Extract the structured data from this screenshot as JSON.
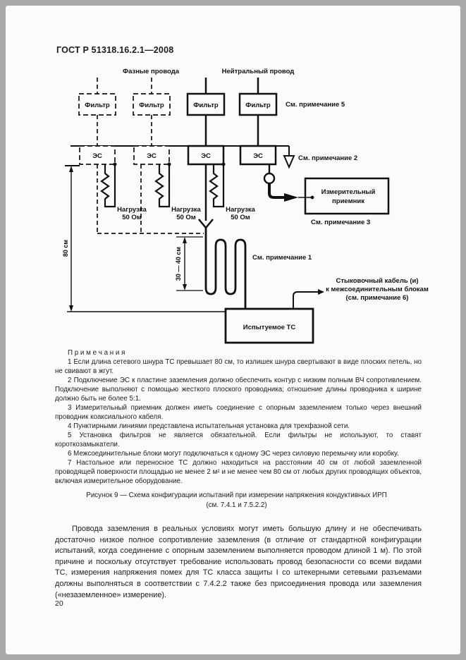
{
  "header": {
    "title": "ГОСТ Р 51318.16.2.1—2008"
  },
  "diagram": {
    "labels": {
      "phase_wires": "Фазные провода",
      "neutral_wire": "Нейтральный провод",
      "filter": "Фильтр",
      "es": "ЭС",
      "load_line1": "Нагрузка",
      "load_line2": "50 Ом",
      "see_note5": "См. примечание 5",
      "see_note2": "См. примечание 2",
      "see_note3": "См. примечание 3",
      "see_note1": "См. примечание 1",
      "receiver_line1": "Измерительный",
      "receiver_line2": "приемник",
      "eut": "Испытуемое ТС",
      "dim_80": "80 см",
      "dim_30_40": "30 — 40 см",
      "cable_line1": "Стыковочный кабель (и)",
      "cable_line2": "к межсоединительным блокам",
      "cable_line3": "(см. примечание 6)"
    },
    "colors": {
      "ink": "#111111",
      "paper": "#fbfbfa"
    }
  },
  "notes": {
    "title": "П р и м е ч а н и я",
    "items": [
      "1  Если длина сетевого шнура ТС превышает 80 см, то излишек шнура свертывают в виде плоских петель, но не свивают в жгут.",
      "2  Подключение ЭС к пластине заземления должно обеспечить контур с низким полным ВЧ сопротивлением. Подключение выполняют с помощью жесткого плоского проводника; отношение длины проводника к ширине должно быть не более 5:1.",
      "3  Измерительный приемник должен иметь соединение с опорным заземлением только через внешний проводник коаксиального кабеля.",
      "4  Пунктирными линиями представлена испытательная установка для трехфазной сети.",
      "5  Установка фильтров не является обязательной. Если фильтры не используют, то ставят короткозамыкатели.",
      "6  Межсоединительные блоки могут подключаться к одному ЭС через силовую перемычку или коробку.",
      "7  Настольное или переносное ТС должно находиться на расстоянии 40 см от любой заземленной проводящей поверхности площадью не менее 2 м² и не менее чем 80 см от любых других проводящих объектов, включая измерительное оборудование."
    ]
  },
  "caption": {
    "line1": "Рисунок 9 — Схема конфигурации испытаний при измерении напряжения кондуктивных ИРП",
    "line2": "(см. 7.4.1 и 7.5.2.2)"
  },
  "body_paragraph": "Провода заземления в реальных условиях могут иметь большую длину и не обеспечивать достаточно низкое полное сопротивление заземления (в отличие от стандартной конфигурации испытаний, когда соединение с опорным заземлением выполняется проводом длиной 1 м). По этой причине и поскольку отсутствует требование использовать провод безопасности со всеми видами ТС, измерения напряжения помех для ТС класса защиты I со штекерными сетевыми разъемами должны выполняться в соответствии с 7.4.2.2 также без присоединения провода или заземления («незаземленное» измерение).",
  "page_number": "20"
}
